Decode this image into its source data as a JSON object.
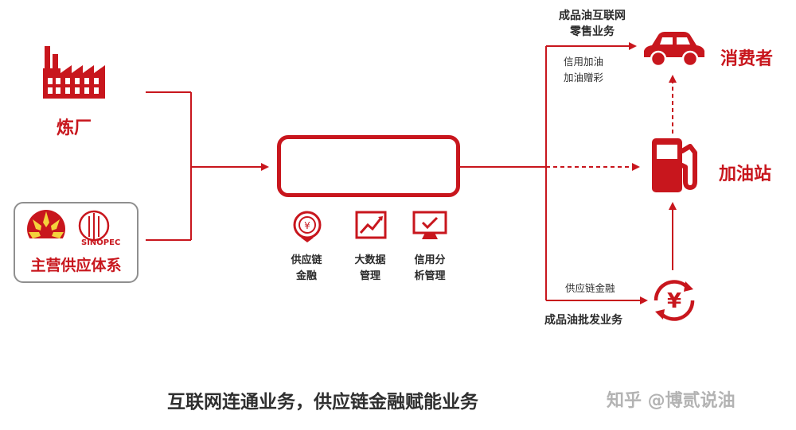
{
  "refinery": {
    "label": "炼厂",
    "icon": "factory-icon"
  },
  "supply_system": {
    "label": "主营供应体系",
    "logo_left": "cnpc-logo",
    "logo_right": "sinopec-logo",
    "logo_right_text": "SINOPEC"
  },
  "hub": {
    "label": ""
  },
  "capabilities": [
    {
      "icon": "yen-coin-icon",
      "line1": "供应链",
      "line2": "金融"
    },
    {
      "icon": "trend-chart-icon",
      "line1": "大数据",
      "line2": "管理"
    },
    {
      "icon": "monitor-check-icon",
      "line1": "信用分",
      "line2": "析管理"
    }
  ],
  "retail_branch": {
    "title_line1": "成品油互联网",
    "title_line2": "零售业务",
    "sub_line1": "信用加油",
    "sub_line2": "加油赠彩"
  },
  "wholesale_branch": {
    "caption": "供应链金融",
    "title": "成品油批发业务"
  },
  "nodes": {
    "consumer": {
      "label": "消费者",
      "icon": "car-icon"
    },
    "gas_station": {
      "label": "加油站",
      "icon": "fuel-pump-icon"
    },
    "finance": {
      "icon": "yen-cycle-icon"
    }
  },
  "footer": {
    "title": "互联网连通业务，供应链金融赋能业务"
  },
  "watermark": {
    "text": "知乎 @博贰说油"
  },
  "colors": {
    "accent": "#c8161d",
    "gray": "#8f8f8f",
    "text": "#2a2a2a"
  }
}
